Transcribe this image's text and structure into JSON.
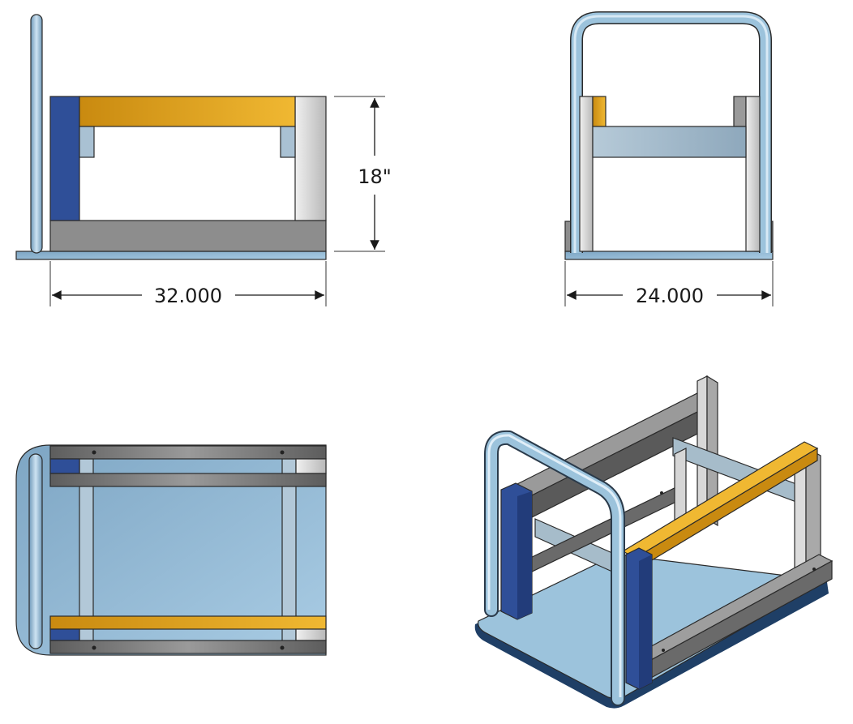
{
  "views": {
    "side": {
      "width_dimension": "32.000",
      "height_dimension": "18\""
    },
    "front": {
      "width_dimension": "24.000"
    },
    "top": {},
    "isometric": {}
  },
  "colors": {
    "plate": "#9cc3dc",
    "tube": "#8fb6d3",
    "gray_beam": "#8a8a8a",
    "light_post": "#d4d4d4",
    "blue_post": "#2f4f98",
    "orange_beam": "#e0a020",
    "slate_beam": "#a9bccb"
  }
}
